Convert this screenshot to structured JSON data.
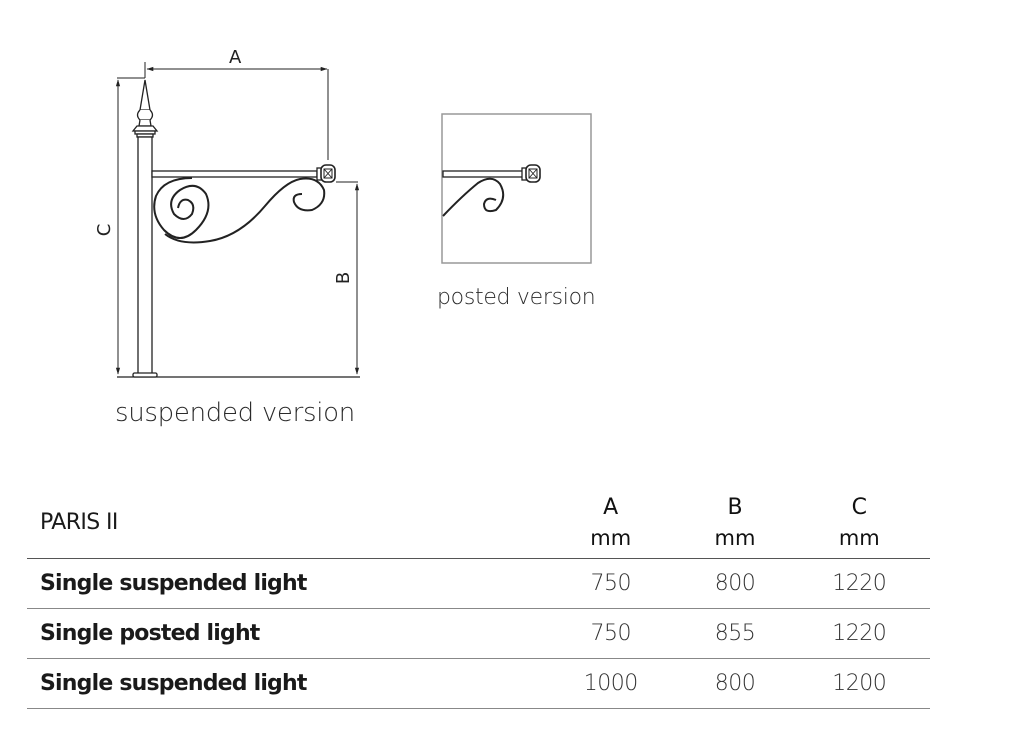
{
  "figures": {
    "suspended": {
      "caption": "suspended version",
      "dimension_labels": {
        "a": "A",
        "b": "B",
        "c": "C"
      }
    },
    "posted": {
      "caption": "posted version"
    }
  },
  "table": {
    "title": "PARIS II",
    "columns": [
      {
        "letter": "A",
        "unit": "mm"
      },
      {
        "letter": "B",
        "unit": "mm"
      },
      {
        "letter": "C",
        "unit": "mm"
      }
    ],
    "rows": [
      {
        "name": "Single suspended light",
        "a": "750",
        "b": "800",
        "c": "1220"
      },
      {
        "name": "Single posted light",
        "a": "750",
        "b": "855",
        "c": "1220"
      },
      {
        "name": "Single suspended light",
        "a": "1000",
        "b": "800",
        "c": "1200"
      }
    ]
  }
}
